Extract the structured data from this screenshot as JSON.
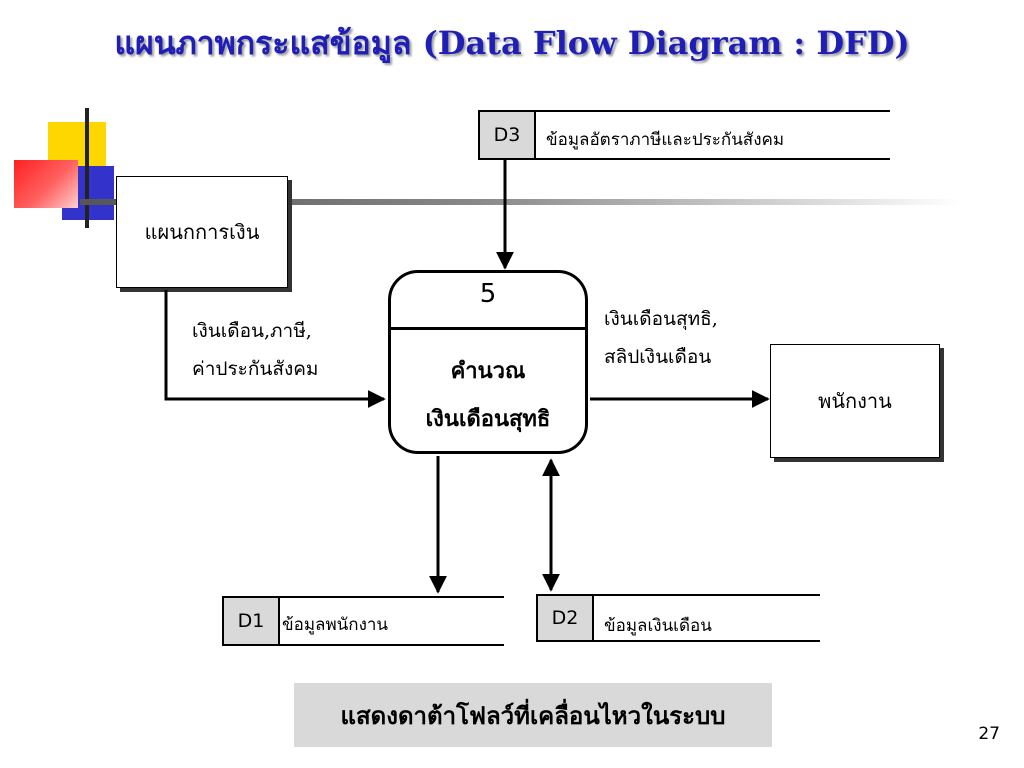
{
  "slide": {
    "title": "แผนภาพกระแสข้อมูล (Data Flow Diagram : DFD)",
    "caption": "แสดงดาต้าโฟลว์ที่เคลื่อนไหวในระบบ",
    "page_number": "27"
  },
  "diagram": {
    "process": {
      "id": "5",
      "name": "คำนวณ\nเงินเดือนสุทธิ"
    },
    "entities": {
      "finance": "แผนกการเงิน",
      "employee": "พนักงาน"
    },
    "stores": {
      "d3": {
        "id": "D3",
        "name": "ข้อมูลอัตราภาษีและประกันสังคม"
      },
      "d1": {
        "id": "D1",
        "name": "ข้อมูลพนักงาน"
      },
      "d2": {
        "id": "D2",
        "name": "ข้อมูลเงินเดือน"
      }
    },
    "flows": {
      "finance_to_process": "เงินเดือน,ภาษี,\nค่าประกันสังคม",
      "process_to_employee": "เงินเดือนสุทธิ,\nสลิปเงินเดือน"
    }
  },
  "colors": {
    "title": "#1f1fb8",
    "deco_yellow": "#ffd700",
    "deco_red": "#ff4040",
    "deco_blue": "#3333cc",
    "store_id_fill": "#d9d9d9"
  }
}
